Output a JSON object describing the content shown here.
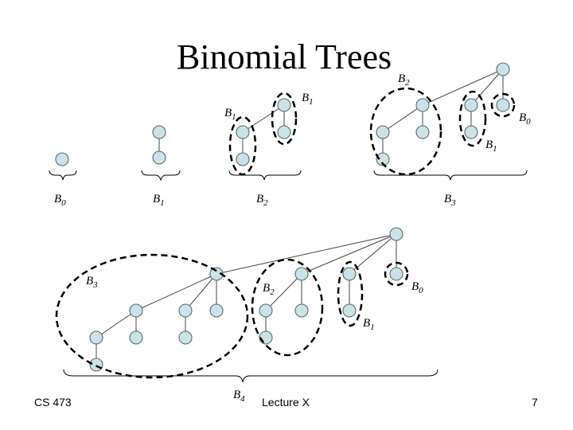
{
  "slide": {
    "title": "Binomial Trees",
    "footer": {
      "left": "CS 473",
      "center": "Lecture X",
      "right": "7"
    }
  },
  "top_row": {
    "tree_labels": [
      "B",
      "B",
      "B",
      "B"
    ],
    "tree_label_subs": [
      "0",
      "1",
      "2",
      "3"
    ],
    "b2_parts": {
      "b1_left_main": "B",
      "b1_left_sub": "1",
      "b1_right_main": "B",
      "b1_right_sub": "1"
    },
    "b3_parts": {
      "b2_main": "B",
      "b2_sub": "2",
      "b0_main": "B",
      "b0_sub": "0",
      "b1_main": "B",
      "b1_sub": "1"
    }
  },
  "bottom_row": {
    "b4_main": "B",
    "b4_sub": "4",
    "b3_main": "B",
    "b3_sub": "3",
    "b2_main": "B",
    "b2_sub": "2",
    "b1_main": "B",
    "b1_sub": "1",
    "b0_main": "B",
    "b0_sub": "0"
  },
  "colors": {
    "node_fill": "#c9e3e6",
    "node_stroke": "#5a6a70",
    "outline": "#000000"
  }
}
